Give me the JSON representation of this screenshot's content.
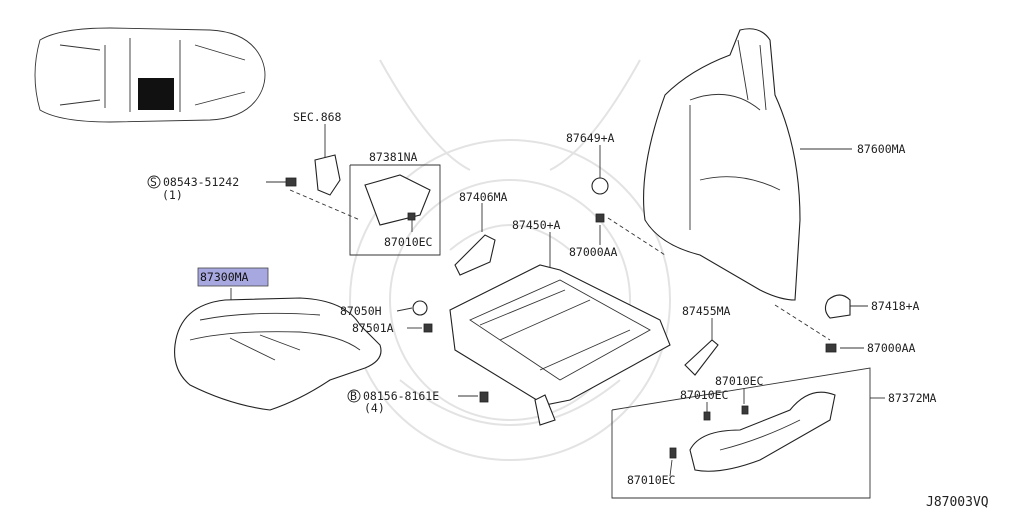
{
  "labels": {
    "sec868": "SEC.868",
    "s_symbol": "S",
    "p08543": "08543-51242",
    "qty1": "(1)",
    "p87381na": "87381NA",
    "p87010ec": "87010EC",
    "p87406ma": "87406MA",
    "p87450a": "87450+A",
    "p87649a": "87649+A",
    "p87000aa": "87000AA",
    "p87600ma": "87600MA",
    "p87300ma": "87300MA",
    "p87050h": "87050H",
    "p87501a": "87501A",
    "b_symbol": "B",
    "p08156": "08156-8161E",
    "qty4": "(4)",
    "p87455ma": "87455MA",
    "p87418a": "87418+A",
    "p87372ma": "87372MA",
    "diagram_code": "J87003VQ"
  },
  "colors": {
    "highlight": "#a8a8e0",
    "line": "#333333",
    "watermark": "#e3e3e3"
  }
}
